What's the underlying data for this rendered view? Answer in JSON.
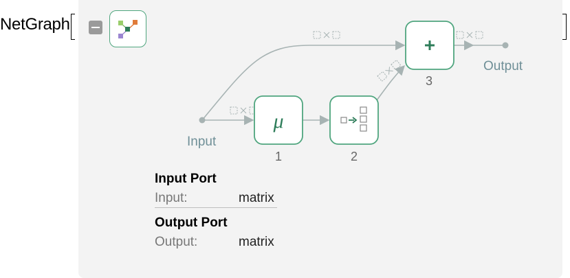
{
  "expression": {
    "head": "NetGraph"
  },
  "graph": {
    "nodes": [
      {
        "index": "1",
        "symbol": "μ"
      },
      {
        "index": "2"
      },
      {
        "index": "3",
        "symbol": "+"
      }
    ],
    "ports": {
      "input": "Input",
      "output": "Output"
    }
  },
  "info": {
    "input_section": {
      "title": "Input Port",
      "key": "Input:",
      "value": "matrix"
    },
    "output_section": {
      "title": "Output Port",
      "key": "Output:",
      "value": "matrix"
    }
  },
  "colors": {
    "node_border": "#4fa57e",
    "node_symbol": "#2e7d5a",
    "edge": "#a7b3b3",
    "port_text": "#6f8f97"
  }
}
